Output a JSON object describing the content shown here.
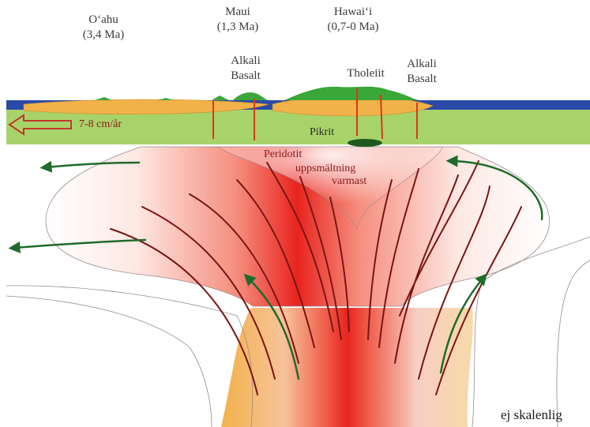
{
  "islands": [
    {
      "name": "O‘ahu",
      "age": "(3,4 Ma)"
    },
    {
      "name": "Maui",
      "age": "(1,3 Ma)"
    },
    {
      "name": "Hawai‘i",
      "age": "(0,7-0 Ma)"
    }
  ],
  "rock_labels": {
    "alkali_basalt_left": [
      "Alkali",
      "Basalt"
    ],
    "alkali_basalt_right": [
      "Alkali",
      "Basalt"
    ],
    "tholeiit": "Tholeiit",
    "pikrit": "Pikrit",
    "peridotit": "Peridotit",
    "melting_1": "uppsmältning",
    "melting_2": "varmast"
  },
  "plate_motion": "7-8 cm/år",
  "scale_note": "ej skalenlig",
  "colors": {
    "ocean": "#2b4aa8",
    "plate": "#a8d36a",
    "island_crust": "#f2b24a",
    "island_green": "#3aa73a",
    "plume_core": "#e8241e",
    "streamline": "#7a1414",
    "arrow": "#1f6b2a",
    "conduit": "#d63a1a",
    "plate_arrow": "#c0392b",
    "pikrit": "#1e5a1e"
  }
}
